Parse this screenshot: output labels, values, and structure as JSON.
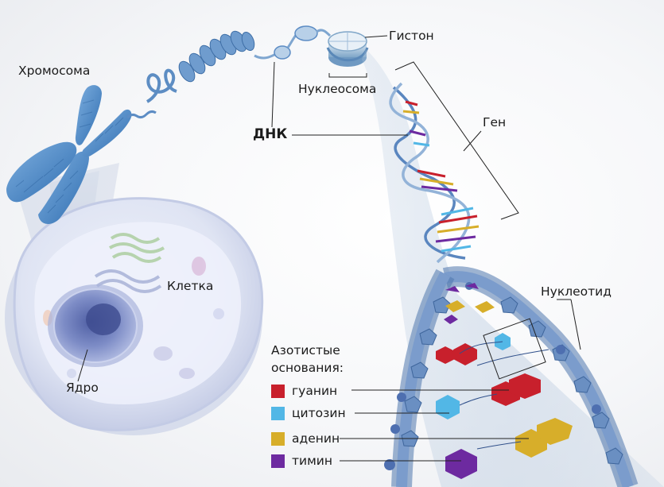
{
  "labels": {
    "chromosome": "Хромосома",
    "histone": "Гистон",
    "nucleosome": "Нуклеосома",
    "dna": "ДНК",
    "gene": "Ген",
    "cell": "Клетка",
    "nucleotide": "Нуклеотид",
    "nucleus": "Ядро"
  },
  "legend": {
    "title": "Азотистые основания:",
    "items": [
      {
        "label": "гуанин",
        "color": "#c8202c"
      },
      {
        "label": "цитозин",
        "color": "#52b7e6"
      },
      {
        "label": "аденин",
        "color": "#d7ae2a"
      },
      {
        "label": "тимин",
        "color": "#6d2aa0"
      }
    ]
  },
  "colors": {
    "backbone": "#5c82b5",
    "backbone_light": "#a7c2df",
    "cell": "#d9dff0",
    "nucleus": "#6f7fb8"
  }
}
